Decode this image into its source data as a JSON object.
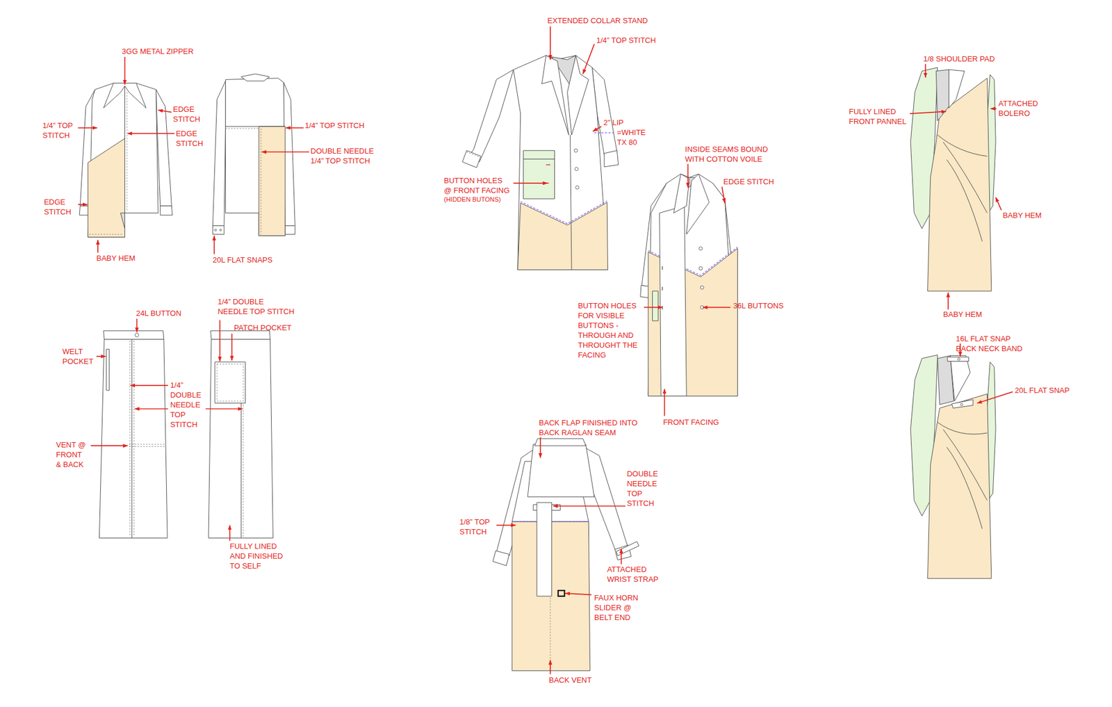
{
  "diagram": {
    "labels": [
      "3GG METAL ZIPPER",
      "EDGE STITCH",
      "1/4” TOP STITCH",
      "EDGE STITCH",
      "EDGE STITCH",
      "BABY HEM",
      "1/4” TOP STITCH",
      "DOUBLE NEEDLE 1/4” TOP STITCH",
      "20L FLAT SNAPS",
      "24L BUTTON",
      "WELT POCKET",
      "1/4” DOUBLE NEEDLE TOP STITCH",
      "VENT @ FRONT & BACK",
      "1/4” DOUBLE NEEDLE TOP STITCH",
      "PATCH POCKET",
      "FULLY LINED AND FINISHED TO SELF",
      "EXTENDED COLLAR STAND",
      "1/4” TOP STITCH",
      "2” LIP",
      "=WHITE TX 80",
      "BUTTON HOLES @ FRONT FACING",
      "(HIDDEN BUTONS)",
      "INSIDE SEAMS BOUND WITH COTTON VOILE",
      "EDGE STITCH",
      "BUTTON HOLES FOR VISIBLE BUTTONS - THROUGH AND THROUGHT THE FACING",
      "36L BUTTONS",
      "FRONT FACING",
      "BACK FLAP FINISHED INTO BACK RAGLAN SEAM",
      "DOUBLE NEEDLE TOP STITCH",
      "1/8” TOP STITCH",
      "ATTACHED WRIST STRAP",
      "FAUX HORN SLIDER @ BELT END",
      "BACK VENT",
      "1/8 SHOULDER PAD",
      "FULLY LINED FRONT PANNEL",
      "ATTACHED BOLERO",
      "BABY HEM",
      "BABY HEM",
      "16L FLAT SNAP BACK NECK BAND",
      "20L FLAT SNAP"
    ]
  }
}
